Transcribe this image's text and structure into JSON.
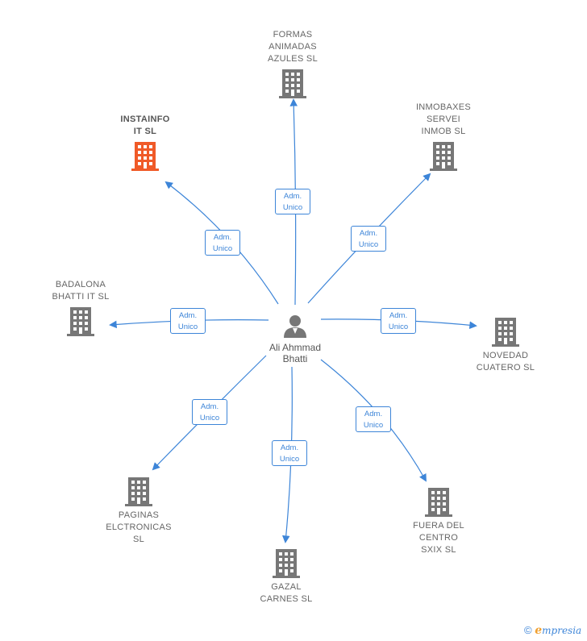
{
  "colors": {
    "edge": "#3d85d8",
    "building": "#777777",
    "building_highlight": "#f05a28",
    "person": "#777777"
  },
  "center": {
    "name": "Ali Ahmmad\nBhatti",
    "icon": "person-icon"
  },
  "relation_label": "Adm.\nUnico",
  "companies": [
    {
      "id": "formas",
      "name": "FORMAS\nANIMADAS\nAZULES  SL",
      "highlight": false
    },
    {
      "id": "inmobaxes",
      "name": "INMOBAXES\nSERVEI\nINMOB  SL",
      "highlight": false
    },
    {
      "id": "instainfo",
      "name": "INSTAINFO\nIT  SL",
      "highlight": true
    },
    {
      "id": "badalona",
      "name": "BADALONA\nBHATTI IT  SL",
      "highlight": false
    },
    {
      "id": "novedad",
      "name": "NOVEDAD\nCUATERO  SL",
      "highlight": false
    },
    {
      "id": "paginas",
      "name": "PAGINAS\nELCTRONICAS\nSL",
      "highlight": false
    },
    {
      "id": "fuera",
      "name": "FUERA DEL\nCENTRO\nSXIX  SL",
      "highlight": false
    },
    {
      "id": "gazal",
      "name": "GAZAL\nCARNES  SL",
      "highlight": false
    }
  ],
  "footer": {
    "copyright_symbol": "©",
    "brand_initial": "e",
    "brand_rest": "mpresia"
  }
}
